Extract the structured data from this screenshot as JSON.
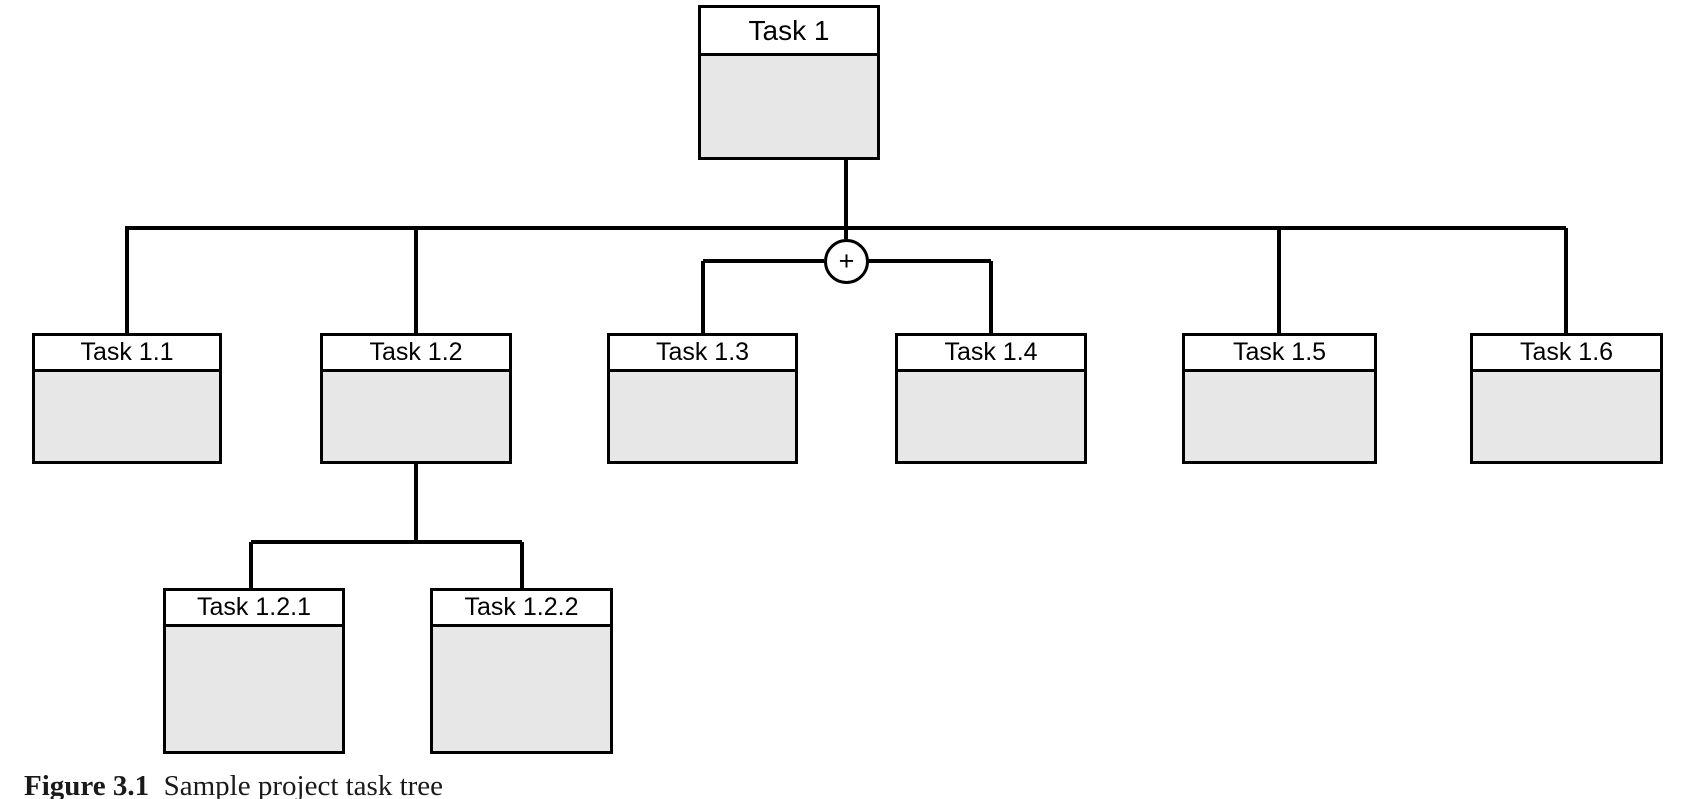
{
  "figure": {
    "caption_label": "Figure 3.1",
    "caption_text": "Sample project task tree",
    "colors": {
      "stroke": "#000000",
      "node_fill": "#e7e7e7",
      "header_fill": "#ffffff",
      "background": "#ffffff"
    }
  },
  "diagram": {
    "type": "tree",
    "root": {
      "label": "Task 1"
    },
    "junction": {
      "symbol": "+",
      "name": "plus-junction"
    },
    "level2": [
      {
        "label": "Task 1.1"
      },
      {
        "label": "Task 1.2"
      },
      {
        "label": "Task 1.3"
      },
      {
        "label": "Task 1.4"
      },
      {
        "label": "Task 1.5"
      },
      {
        "label": "Task 1.6"
      }
    ],
    "level3": [
      {
        "label": "Task 1.2.1",
        "parent": "Task 1.2"
      },
      {
        "label": "Task 1.2.2",
        "parent": "Task 1.2"
      }
    ]
  }
}
